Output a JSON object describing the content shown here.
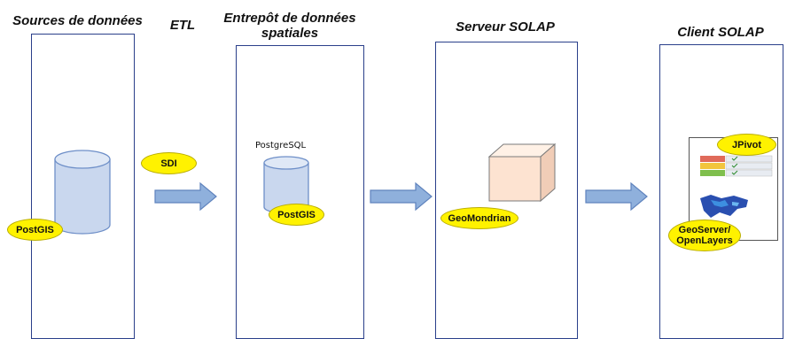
{
  "headers": {
    "sources": "Sources de données",
    "etl": "ETL",
    "warehouse_line1": "Entrepôt de données",
    "warehouse_line2": "spatiales",
    "server": "Serveur SOLAP",
    "client": "Client SOLAP"
  },
  "bubbles": {
    "sources_postgis": "PostGIS",
    "etl_sdi": "SDI",
    "warehouse_postgis": "PostGIS",
    "server_geomondrian": "GeoMondrian",
    "client_jpivot": "JPivot",
    "client_geoserver_line1": "GeoServer/",
    "client_geoserver_line2": "OpenLayers"
  },
  "labels": {
    "warehouse_db": "PostgreSQL"
  },
  "colors": {
    "panel_border": "#2a3f8a",
    "cylinder_fill": "#c9d7ee",
    "arrow_fill": "#8fb0dc",
    "cube_fill": "#fde3d1",
    "bubble_fill": "#fff200"
  }
}
